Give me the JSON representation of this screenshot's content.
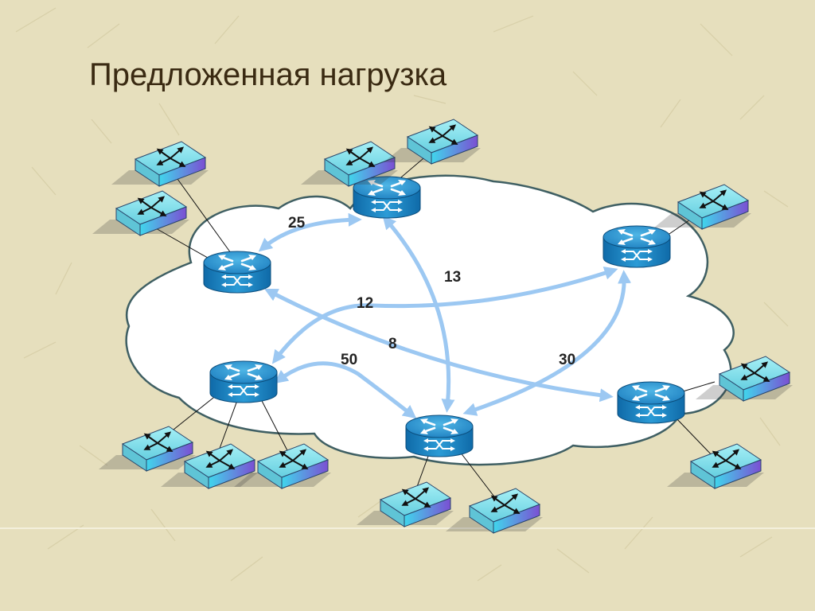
{
  "title": "Предложенная нагрузка",
  "colors": {
    "background": "#e6dfbd",
    "cloud_fill": "#ffffff",
    "cloud_stroke": "#3f5f63",
    "arrow": "#9cc8f2",
    "router_top": "#2a8fc8",
    "router_body": "#1c7fbf",
    "switch_top": "#86e0ec",
    "switch_front": "#6a70d6",
    "link": "#111111",
    "label": "#222222"
  },
  "routers": [
    {
      "id": "r-top",
      "icon": "router-icon"
    },
    {
      "id": "r-left",
      "icon": "router-icon"
    },
    {
      "id": "r-right",
      "icon": "router-icon"
    },
    {
      "id": "r-lower-left",
      "icon": "router-icon"
    },
    {
      "id": "r-bottom",
      "icon": "router-icon"
    },
    {
      "id": "r-lower-right",
      "icon": "router-icon"
    }
  ],
  "switches": [
    {
      "id": "s1",
      "icon": "switch-icon",
      "router": "r-left"
    },
    {
      "id": "s2",
      "icon": "switch-icon",
      "router": "r-left"
    },
    {
      "id": "s3",
      "icon": "switch-icon",
      "router": "r-top"
    },
    {
      "id": "s4",
      "icon": "switch-icon",
      "router": "r-top"
    },
    {
      "id": "s5",
      "icon": "switch-icon",
      "router": "r-right"
    },
    {
      "id": "s6",
      "icon": "switch-icon",
      "router": "r-lower-right"
    },
    {
      "id": "s7",
      "icon": "switch-icon",
      "router": "r-lower-right"
    },
    {
      "id": "s8",
      "icon": "switch-icon",
      "router": "r-lower-left"
    },
    {
      "id": "s9",
      "icon": "switch-icon",
      "router": "r-lower-left"
    },
    {
      "id": "s10",
      "icon": "switch-icon",
      "router": "r-lower-left"
    },
    {
      "id": "s11",
      "icon": "switch-icon",
      "router": "r-bottom"
    },
    {
      "id": "s12",
      "icon": "switch-icon",
      "router": "r-bottom"
    }
  ],
  "flows": [
    {
      "id": "f-25",
      "from": "r-left",
      "to": "r-top",
      "load": "25"
    },
    {
      "id": "f-13",
      "from": "r-top",
      "to": "r-bottom",
      "load": "13"
    },
    {
      "id": "f-12",
      "from": "r-lower-left",
      "to": "r-right",
      "load": "12"
    },
    {
      "id": "f-8",
      "from": "r-left",
      "to": "r-lower-right",
      "load": "8"
    },
    {
      "id": "f-50",
      "from": "r-lower-left",
      "to": "r-bottom",
      "load": "50"
    },
    {
      "id": "f-30",
      "from": "r-right",
      "to": "r-bottom",
      "load": "30"
    }
  ]
}
